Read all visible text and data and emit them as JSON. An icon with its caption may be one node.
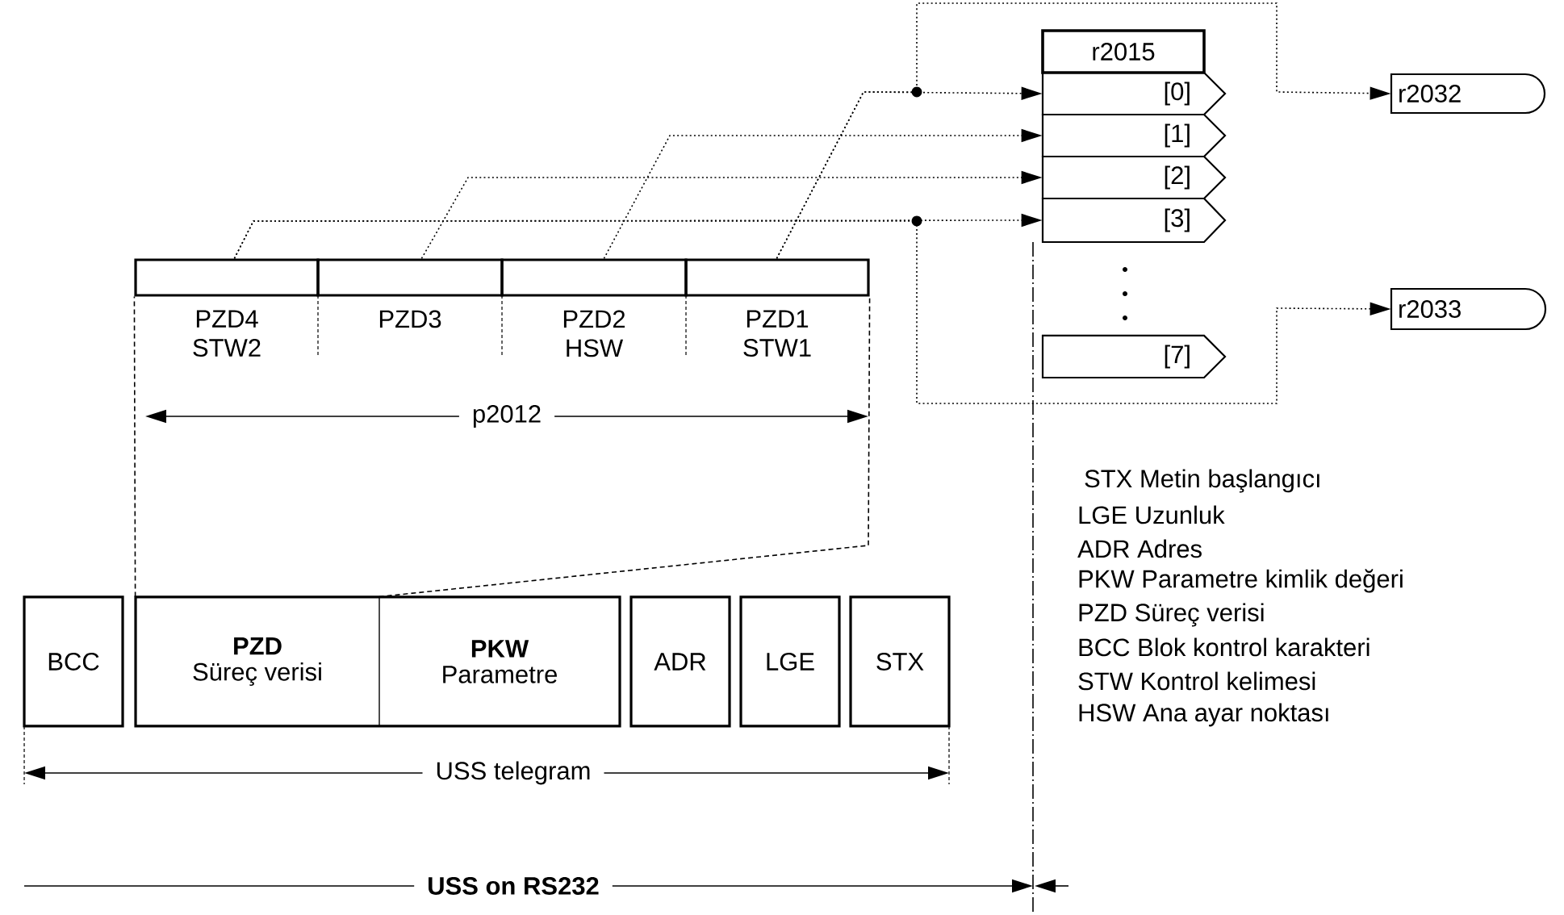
{
  "diagram": {
    "nodes": [
      {
        "text": [
          "PZD4 STW2"
        ]
      },
      {
        "text": [
          "PZD3"
        ]
      },
      {
        "text": [
          "PZD2 HSW"
        ]
      },
      {
        "text": [
          "PZD1 STW1"
        ]
      },
      {
        "text": [
          "r2015"
        ]
      },
      {
        "text": [
          "[0]"
        ]
      },
      {
        "text": [
          "[1]"
        ]
      },
      {
        "text": [
          "[2]"
        ]
      },
      {
        "text": [
          "[3]"
        ]
      },
      {
        "text": [
          "[7]"
        ]
      },
      {
        "text": [
          "r2032"
        ]
      },
      {
        "text": [
          "r2033"
        ]
      },
      {
        "text": [
          "BCC"
        ]
      },
      {
        "text": [
          "PZD",
          "Süreç verisi"
        ]
      },
      {
        "text": [
          "PKW",
          "Parametre"
        ]
      },
      {
        "text": [
          "ADR"
        ]
      },
      {
        "text": [
          "LGE"
        ]
      },
      {
        "text": [
          "STX"
        ]
      }
    ],
    "edges": [
      {
        "from": 3,
        "to": 5,
        "arrow": "to"
      },
      {
        "from": 2,
        "to": 6,
        "arrow": "to"
      },
      {
        "from": 1,
        "to": 7,
        "arrow": "to"
      },
      {
        "from": 0,
        "to": 8,
        "arrow": "to"
      },
      {
        "from": 3,
        "to": 10,
        "arrow": "to"
      },
      {
        "from": 0,
        "to": 11,
        "arrow": "to"
      },
      {
        "from": 13,
        "to": 0,
        "arrow": "none",
        "style": "dashed"
      },
      {
        "from": 13,
        "to": 3,
        "arrow": "none",
        "style": "dashed"
      }
    ],
    "labels": [
      "p2012",
      "STX Metin başlangıcı",
      "LGE Uzunluk",
      "ADR Adres",
      "PKW Parametre kimlik değeri",
      "PZD Süreç verisi",
      "BCC Blok kontrol karakteri",
      "STW Kontrol kelimesi",
      "HSW Ana ayar noktası",
      "USS telegram",
      "USS on RS232"
    ]
  }
}
